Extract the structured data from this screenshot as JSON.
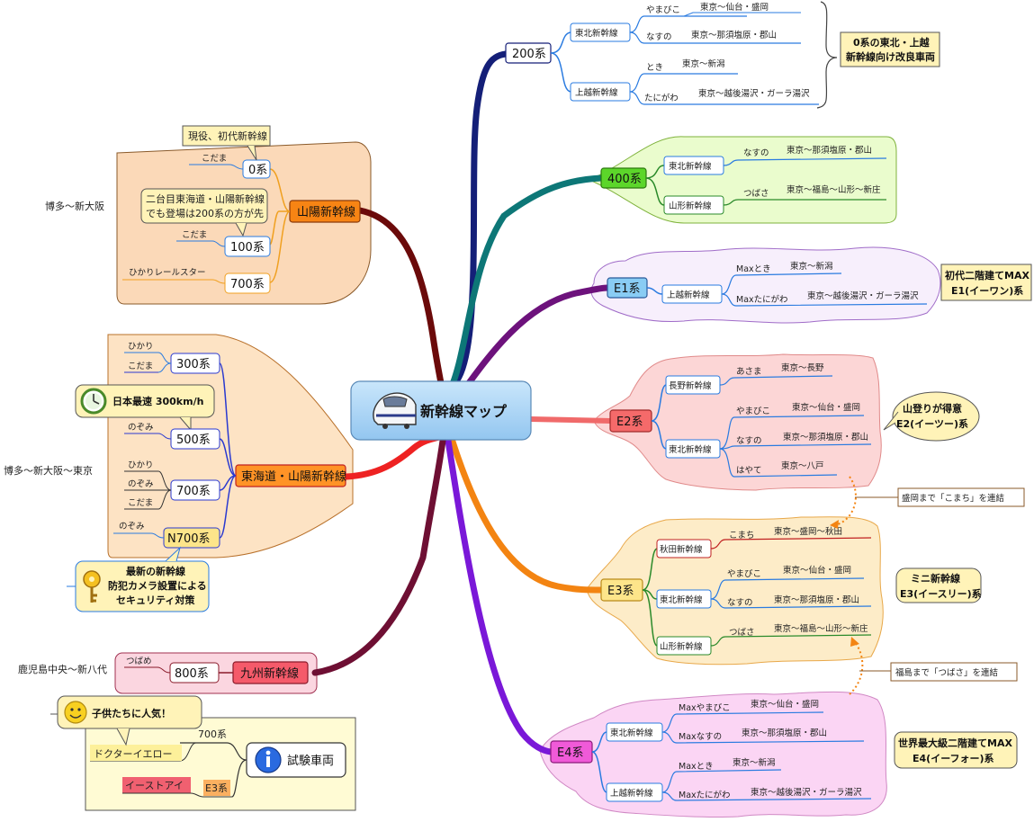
{
  "center": {
    "title": "新幹線マップ"
  },
  "series": {
    "s200": {
      "name": "200系",
      "lines": [
        {
          "name": "東北新幹線",
          "trains": [
            {
              "name": "やまびこ",
              "route": "東京〜仙台・盛岡"
            },
            {
              "name": "なすの",
              "route": "東京〜那須塩原・郡山"
            }
          ]
        },
        {
          "name": "上越新幹線",
          "trains": [
            {
              "name": "とき",
              "route": "東京〜新潟"
            },
            {
              "name": "たにがわ",
              "route": "東京〜越後湯沢・ガーラ湯沢"
            }
          ]
        }
      ],
      "note": [
        "0系の東北・上越",
        "新幹線向け改良車両"
      ]
    },
    "s400": {
      "name": "400系",
      "lines": [
        {
          "name": "東北新幹線",
          "trains": [
            {
              "name": "なすの",
              "route": "東京〜那須塩原・郡山"
            }
          ]
        },
        {
          "name": "山形新幹線",
          "trains": [
            {
              "name": "つばさ",
              "route": "東京〜福島〜山形〜新庄"
            }
          ]
        }
      ]
    },
    "e1": {
      "name": "E1系",
      "lines": [
        {
          "name": "上越新幹線",
          "trains": [
            {
              "name": "Maxとき",
              "route": "東京〜新潟"
            },
            {
              "name": "Maxたにがわ",
              "route": "東京〜越後湯沢・ガーラ湯沢"
            }
          ]
        }
      ],
      "note": [
        "初代二階建てMAX",
        "E1(イーワン)系"
      ]
    },
    "e2": {
      "name": "E2系",
      "lines": [
        {
          "name": "長野新幹線",
          "trains": [
            {
              "name": "あさま",
              "route": "東京〜長野"
            }
          ]
        },
        {
          "name": "東北新幹線",
          "trains": [
            {
              "name": "やまびこ",
              "route": "東京〜仙台・盛岡"
            },
            {
              "name": "なすの",
              "route": "東京〜那須塩原・郡山"
            },
            {
              "name": "はやて",
              "route": "東京〜八戸"
            }
          ]
        }
      ],
      "note": [
        "山登りが得意",
        "E2(イーツー)系"
      ]
    },
    "e3": {
      "name": "E3系",
      "lines": [
        {
          "name": "秋田新幹線",
          "trains": [
            {
              "name": "こまち",
              "route": "東京〜盛岡〜秋田"
            }
          ]
        },
        {
          "name": "東北新幹線",
          "trains": [
            {
              "name": "やまびこ",
              "route": "東京〜仙台・盛岡"
            },
            {
              "name": "なすの",
              "route": "東京〜那須塩原・郡山"
            }
          ]
        },
        {
          "name": "山形新幹線",
          "trains": [
            {
              "name": "つばさ",
              "route": "東京〜福島〜山形〜新庄"
            }
          ]
        }
      ],
      "note": [
        "ミニ新幹線",
        "E3(イースリー)系"
      ]
    },
    "e4": {
      "name": "E4系",
      "lines": [
        {
          "name": "東北新幹線",
          "trains": [
            {
              "name": "Maxやまびこ",
              "route": "東京〜仙台・盛岡"
            },
            {
              "name": "Maxなすの",
              "route": "東京〜那須塩原・郡山"
            }
          ]
        },
        {
          "name": "上越新幹線",
          "trains": [
            {
              "name": "Maxとき",
              "route": "東京〜新潟"
            },
            {
              "name": "Maxたにがわ",
              "route": "東京〜越後湯沢・ガーラ湯沢"
            }
          ]
        }
      ],
      "note": [
        "世界最大級二階建てMAX",
        "E4(イーフォー)系"
      ]
    }
  },
  "links": {
    "komachi": "盛岡まで「こまち」を連結",
    "tsubasa": "福島まで「つばさ」を連結"
  },
  "sanyo": {
    "line": "山陽新幹線",
    "range": "博多〜新大阪",
    "s0": {
      "name": "0系",
      "train": "こだま",
      "callout": "現役、初代新幹線"
    },
    "s100": {
      "name": "100系",
      "train": "こだま",
      "callout": [
        "二台目東海道・山陽新幹線",
        "でも登場は200系の方が先"
      ]
    },
    "s700": {
      "name": "700系",
      "train": "ひかりレールスター"
    }
  },
  "tokaido": {
    "line": "東海道・山陽新幹線",
    "range": "博多〜新大阪〜東京",
    "s300": {
      "name": "300系",
      "trains": [
        "ひかり",
        "こだま"
      ]
    },
    "s500": {
      "name": "500系",
      "train": "のぞみ",
      "callout": "日本最速 300km/h"
    },
    "s700": {
      "name": "700系",
      "trains": [
        "ひかり",
        "のぞみ",
        "こだま"
      ]
    },
    "n700": {
      "name": "N700系",
      "train": "のぞみ",
      "callout": [
        "最新の新幹線",
        "防犯カメラ設置による",
        "セキュリティ対策"
      ]
    }
  },
  "kyushu": {
    "line": "九州新幹線",
    "range": "鹿児島中央〜新八代",
    "s800": {
      "name": "800系",
      "train": "つばめ"
    }
  },
  "test": {
    "title": "試験車両",
    "popular": "子供たちに人気！",
    "doctor_yellow": "ドクターイエロー",
    "doctor_yellow_base": "700系",
    "east_i": "イーストアイ",
    "east_i_base": "E3系"
  },
  "colors": {
    "s200": "#141f78",
    "s400": "#0d7777",
    "e1": "#6d127c",
    "e2": "#f06a6a",
    "e3": "#f38412",
    "e4": "#7a18d8",
    "sanyo": "#6b0a0a",
    "tokaido": "#ee2222",
    "kyushu": "#6e0f33"
  }
}
